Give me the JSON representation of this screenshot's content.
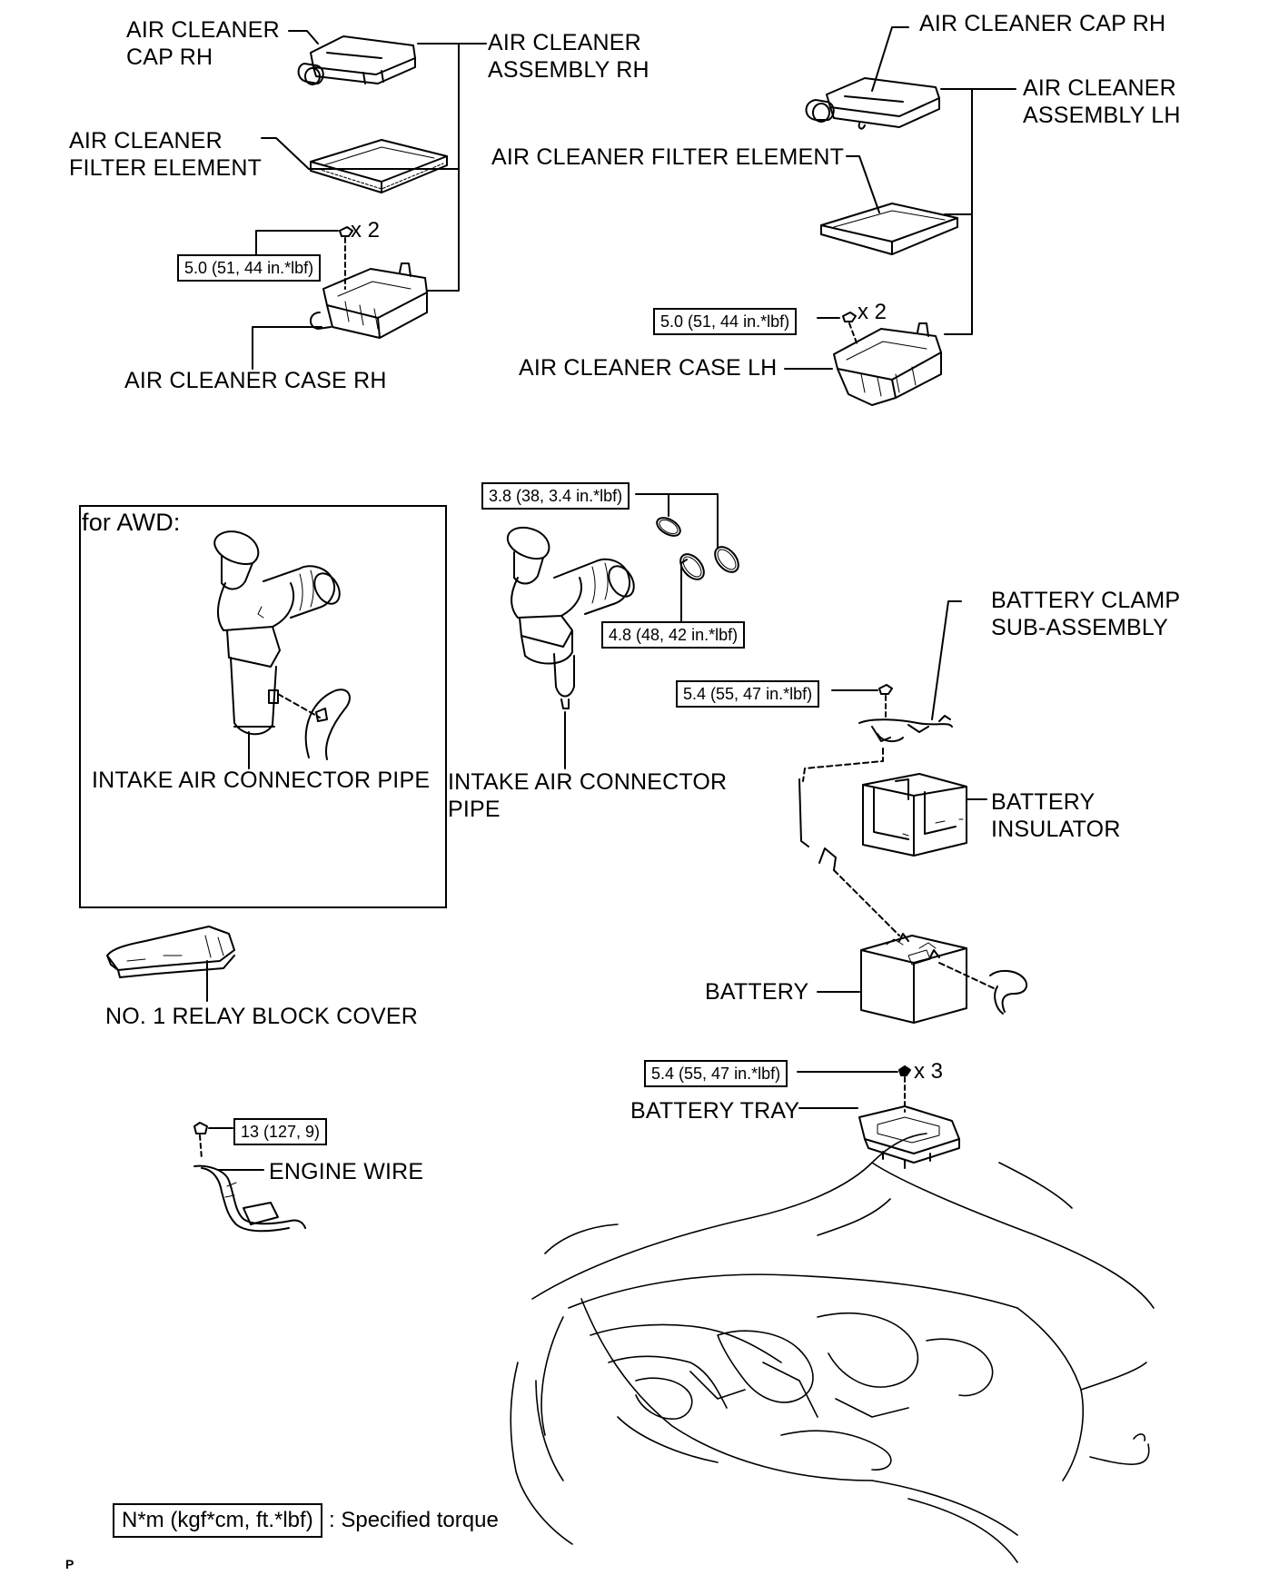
{
  "labels": {
    "cap_rh_top_left": "AIR CLEANER\nCAP RH",
    "assembly_rh": "AIR CLEANER\nASSEMBLY RH",
    "filter_element_rh": "AIR CLEANER\nFILTER ELEMENT",
    "case_rh": "AIR CLEANER CASE RH",
    "cap_rh_top_right": "AIR CLEANER CAP RH",
    "assembly_lh": "AIR CLEANER\nASSEMBLY LH",
    "filter_element_lh": "AIR CLEANER FILTER ELEMENT",
    "case_lh": "AIR CLEANER CASE LH",
    "for_awd": "for AWD:",
    "intake_pipe_awd": "INTAKE AIR CONNECTOR PIPE",
    "intake_pipe": "INTAKE AIR CONNECTOR\nPIPE",
    "battery_clamp": "BATTERY CLAMP\nSUB-ASSEMBLY",
    "battery_insulator": "BATTERY\nINSULATOR",
    "battery": "BATTERY",
    "battery_tray": "BATTERY TRAY",
    "relay_block_cover": "NO. 1 RELAY BLOCK COVER",
    "engine_wire": "ENGINE WIRE"
  },
  "torques": {
    "case_rh": "5.0 (51, 44 in.*lbf)",
    "case_lh": "5.0 (51, 44 in.*lbf)",
    "clamp_small": "3.8 (38, 3.4 in.*lbf)",
    "clamp_large": "4.8 (48, 42 in.*lbf)",
    "battery_clamp": "5.4 (55, 47 in.*lbf)",
    "battery_tray": "5.4 (55, 47 in.*lbf)",
    "engine_wire": "13 (127, 9)"
  },
  "quantities": {
    "case_rh": "x 2",
    "case_lh": "x 2",
    "battery_tray": "x 3"
  },
  "legend": {
    "unit_box": "N*m (kgf*cm, ft.*lbf)",
    "text": ": Specified torque"
  },
  "footer_mark": "P"
}
